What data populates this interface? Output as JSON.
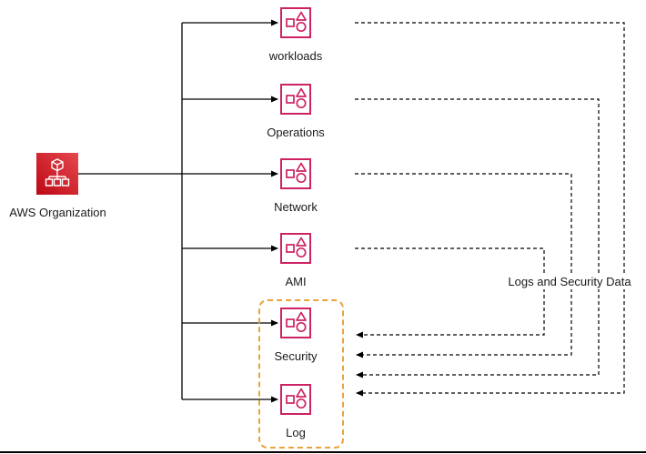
{
  "diagram": {
    "root": {
      "label": "AWS Organization",
      "icon": "aws-organizations-icon"
    },
    "units": [
      {
        "label": "workloads"
      },
      {
        "label": "Operations"
      },
      {
        "label": "Network"
      },
      {
        "label": "AMI"
      },
      {
        "label": "Security"
      },
      {
        "label": "Log"
      }
    ],
    "group": {
      "contains": [
        "Security",
        "Log"
      ],
      "style": "dashed",
      "border_color": "#E8A33D"
    },
    "annotation": {
      "label": "Logs and Security Data"
    },
    "colors": {
      "root_icon_red_dark": "#BD0816",
      "root_icon_red_light": "#E5484D",
      "unit_outline_pink": "#CD2264",
      "group_border_orange": "#E8A33D",
      "connector_black": "#000000",
      "label_text": "#1A1A1A",
      "background": "#FFFFFF"
    }
  }
}
